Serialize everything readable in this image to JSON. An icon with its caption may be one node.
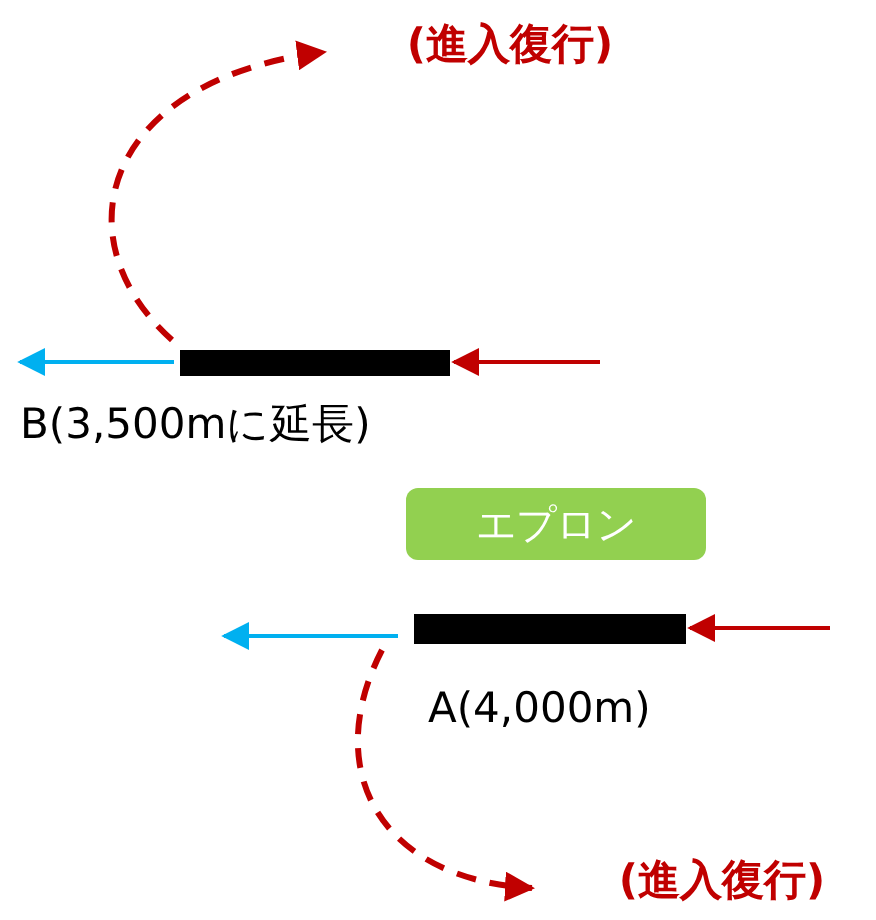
{
  "diagram": {
    "nodes": [
      {
        "text": [],
        "shape": "bar",
        "beside": [
          "B(3,500mに延長)"
        ]
      },
      {
        "text": [
          "(進入復行)"
        ]
      },
      {
        "text": [
          "エプロン"
        ]
      },
      {
        "text": [],
        "shape": "bar",
        "beside": [
          "A(4,000m)"
        ]
      },
      {
        "text": [
          "(進入復行)"
        ]
      }
    ],
    "edges": [
      {
        "from": null,
        "to": 0,
        "arrow": "to",
        "color": "#c00000"
      },
      {
        "from": 0,
        "to": null,
        "arrow": "to",
        "color": "#00b0f0"
      },
      {
        "from": 0,
        "to": 1,
        "arrow": "to",
        "style": "dashed",
        "color": "#c00000"
      },
      {
        "from": null,
        "to": 3,
        "arrow": "to",
        "color": "#c00000"
      },
      {
        "from": 3,
        "to": null,
        "arrow": "to",
        "color": "#00b0f0"
      },
      {
        "from": 3,
        "to": 4,
        "arrow": "to",
        "style": "dashed",
        "color": "#c00000"
      }
    ]
  }
}
